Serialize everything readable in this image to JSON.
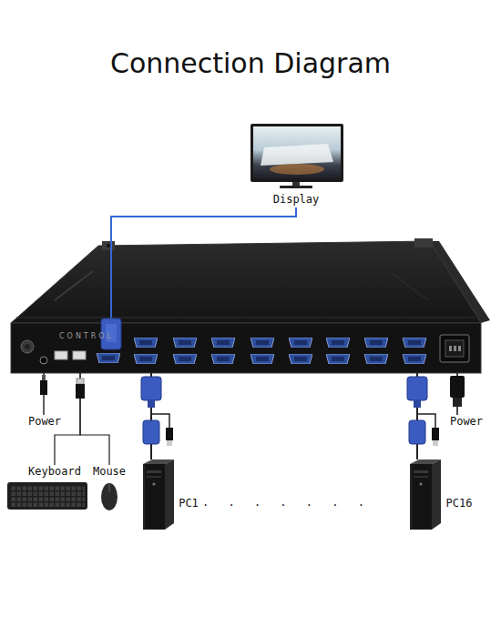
{
  "diagram": {
    "title": "Connection Diagram",
    "nodes": [
      {
        "text": [
          "Display"
        ]
      },
      {
        "text": [
          "CONTROL"
        ]
      },
      {
        "text": [
          "Power"
        ]
      },
      {
        "text": [
          "Keyboard"
        ]
      },
      {
        "text": [
          "Mouse"
        ]
      },
      {
        "text": [
          "PC1"
        ]
      },
      {
        "text": [
          "PC16"
        ]
      },
      {
        "text": [
          "Power"
        ]
      }
    ],
    "edges": [
      {
        "from": 0,
        "to": 1,
        "arrow": "none"
      },
      {
        "from": 1,
        "to": 2,
        "arrow": "none"
      },
      {
        "from": 1,
        "to": 3,
        "arrow": "none"
      },
      {
        "from": 1,
        "to": 4,
        "arrow": "none"
      },
      {
        "from": 1,
        "to": 5,
        "arrow": "none"
      },
      {
        "from": 1,
        "to": 6,
        "arrow": "none"
      },
      {
        "from": 1,
        "to": 7,
        "arrow": "none"
      }
    ],
    "labels": [
      ". . . . . . ."
    ]
  }
}
